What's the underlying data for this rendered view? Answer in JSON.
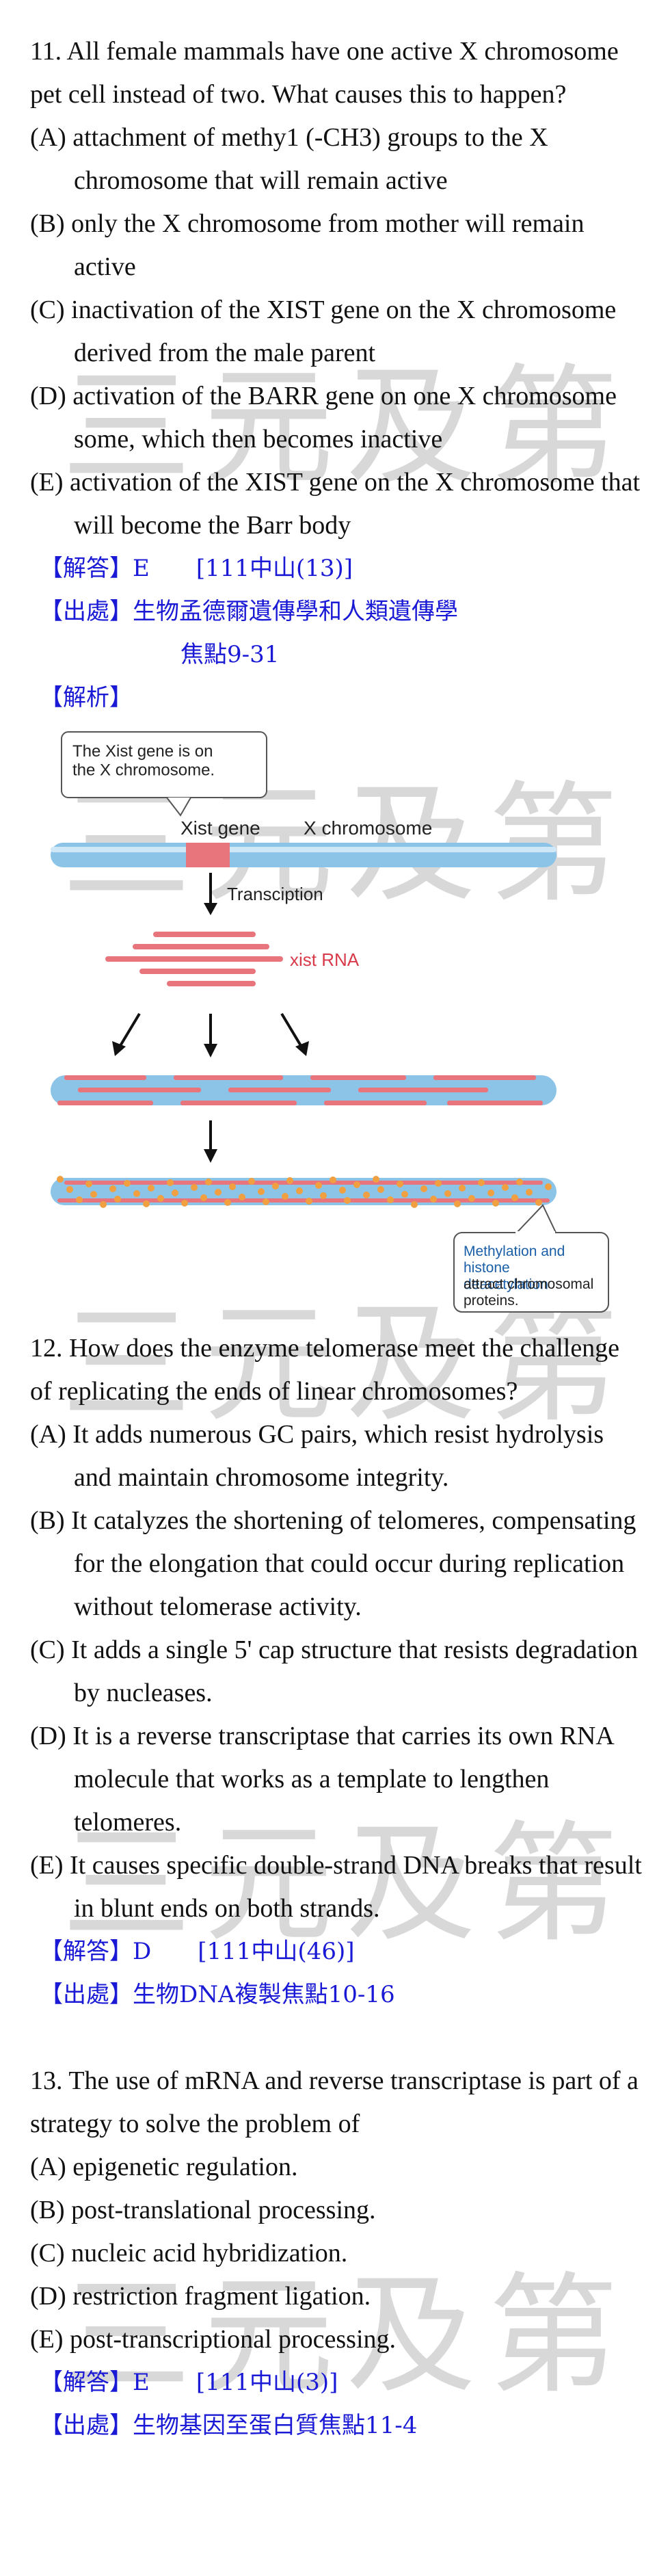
{
  "watermark": "三元及第",
  "q11": {
    "stem": "11. All female mammals have one active X chromosome pet cell instead of two. What causes this to happen?",
    "options": [
      "(A) attachment of methy1 (-CH3) groups to the X chromosome that will remain active",
      "(B) only the X chromosome from mother will remain active",
      "(C) inactivation of the XIST gene on the X chromosome derived from the male parent",
      "(D) activation of the BARR gene on one X chromosome some, which then becomes inactive",
      "(E) activation of the XIST gene on the X chromosome that will become the Barr body"
    ],
    "answer": "【解答】E　　[111中山(13)]",
    "source_line1": "【出處】生物孟德爾遺傳學和人類遺傳學",
    "source_line2": "焦點9-31",
    "explanation": "【解析】",
    "figure": {
      "callout_top": "The Xist gene is on the X chromosome.",
      "label_gene": "Xist gene",
      "label_chrom": "X chromosome",
      "label_transcription": "Transciption",
      "label_rna": "xist RNA",
      "callout_bottom_blue": "Methylation and histone deacetylation",
      "callout_bottom_black": "attract chromosomal proteins."
    }
  },
  "q12": {
    "stem": "12. How does the enzyme telomerase meet the challenge of replicating the ends of linear chromosomes?",
    "options": [
      "(A) It adds numerous GC pairs, which resist hydrolysis and maintain chromosome integrity.",
      "(B) It catalyzes the shortening of telomeres, compensating for the elongation that could occur during replication without telomerase activity.",
      "(C) It adds a single 5' cap structure that resists degradation by nucleases.",
      "(D) It is a reverse transcriptase that carries its own RNA molecule that works as a template to lengthen telomeres.",
      "(E) It causes specific double-strand DNA breaks that result in blunt ends on both strands."
    ],
    "answer": "【解答】D　　[111中山(46)]",
    "source": "【出處】生物DNA複製焦點10-16"
  },
  "q13": {
    "stem": "13. The use of mRNA and reverse transcriptase is part of a strategy to solve the problem of",
    "options": [
      "(A) epigenetic regulation.",
      "(B) post-translational processing.",
      "(C) nucleic acid hybridization.",
      "(D) restriction fragment ligation.",
      "(E) post-transcriptional processing."
    ],
    "answer": "【解答】E　　[111中山(3)]",
    "source": "【出處】生物基因至蛋白質焦點11-4"
  },
  "colors": {
    "text": "#111111",
    "annotation": "#1a1ad6",
    "watermark": "#d8d8d8",
    "chromosome": "#8cc4e8",
    "rna": "#e8747c",
    "protein": "#f0a040"
  }
}
